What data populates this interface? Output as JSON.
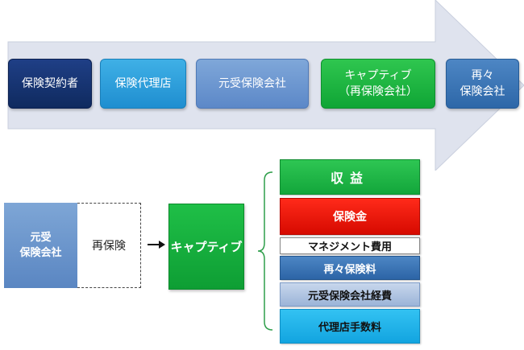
{
  "flow": {
    "steps": [
      {
        "label": "保険契約者"
      },
      {
        "label": "保険代理店"
      },
      {
        "label": "元受保険会社"
      },
      {
        "label_line1": "キャプティブ",
        "label_line2": "（再保険会社）"
      },
      {
        "label_line1": "再々",
        "label_line2": "保険会社"
      }
    ]
  },
  "structure": {
    "primary_insurer_line1": "元受",
    "primary_insurer_line2": "保険会社",
    "reinsurance_label": "再保険",
    "captive_label": "キャプティブ"
  },
  "breakdown": {
    "revenue": "収益",
    "items": [
      "保険金",
      "マネジメント費用",
      "再々保険料",
      "元受保険会社経費",
      "代理店手数料"
    ]
  },
  "colors": {
    "policyholder": "#1f3f86",
    "agency": "#2a9fdc",
    "primary_insurer": "#6b96cf",
    "captive": "#1fb445",
    "retrocessionaire": "#3c76b6",
    "claims": "#e8150a",
    "arrow_background": "#dfe3ee"
  }
}
